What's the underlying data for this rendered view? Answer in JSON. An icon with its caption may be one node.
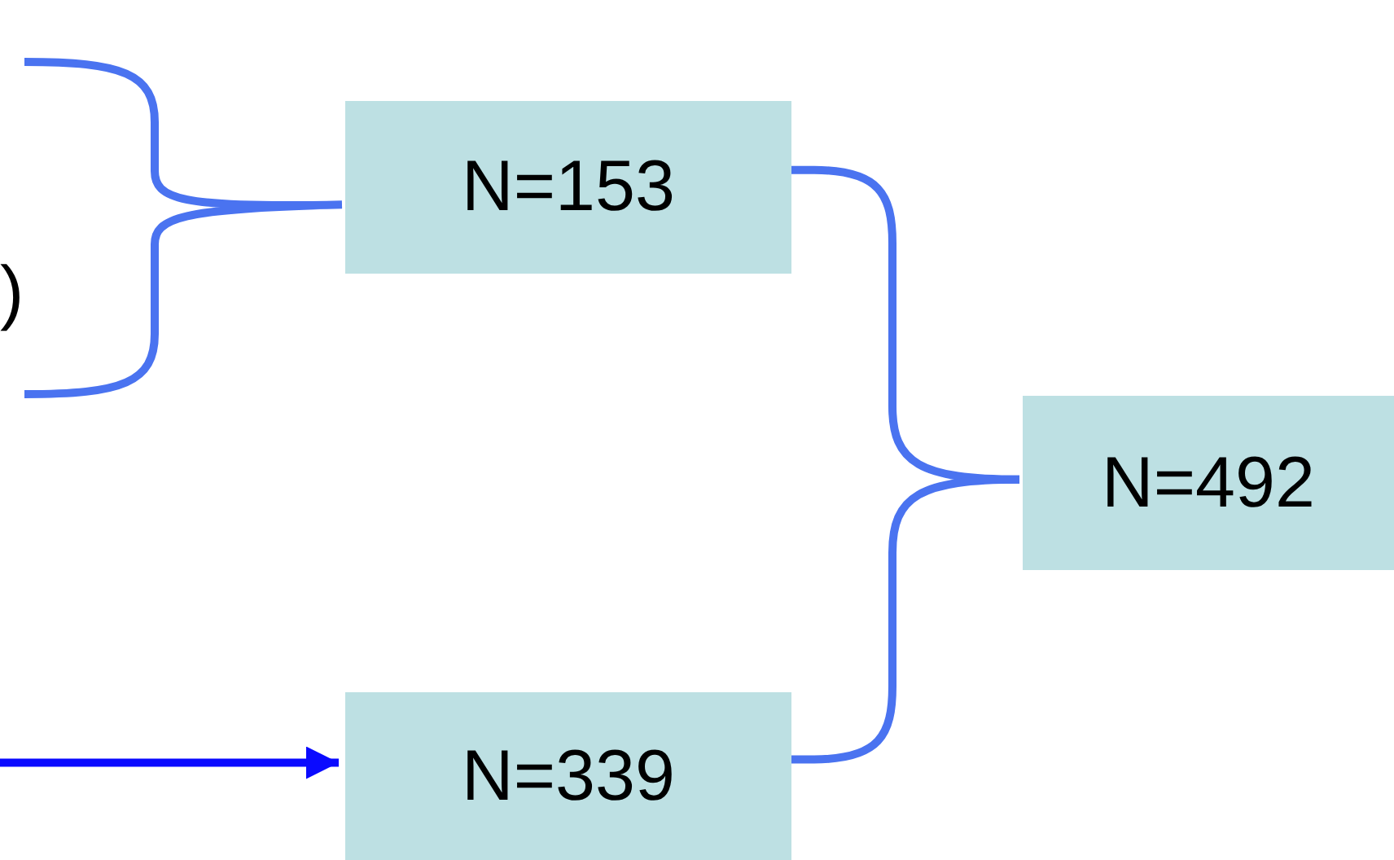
{
  "diagram": {
    "nodes": [
      {
        "text": [
          "N=153"
        ]
      },
      {
        "text": [
          "N=339"
        ]
      },
      {
        "text": [
          "N=492"
        ]
      }
    ],
    "edges": [
      {
        "from": null,
        "to": 0,
        "arrow": "none"
      },
      {
        "from": 0,
        "to": 2,
        "arrow": "none"
      },
      {
        "from": 1,
        "to": 2,
        "arrow": "none"
      },
      {
        "from": null,
        "to": 1,
        "arrow": "to",
        "color": "#0a0aff"
      }
    ],
    "labels": [
      ")"
    ]
  }
}
